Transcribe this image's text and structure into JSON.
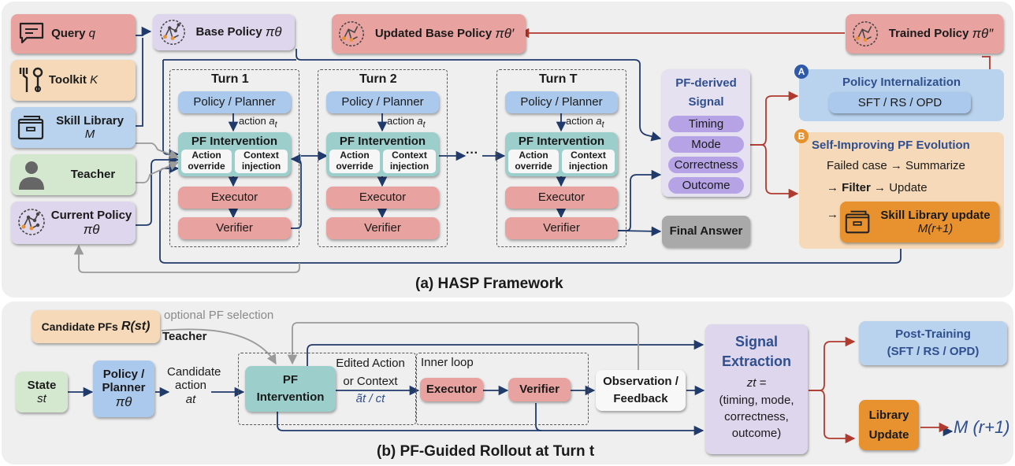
{
  "top": {
    "query_label": "Query",
    "query_var": "q",
    "toolkit_label": "Toolkit",
    "toolkit_var": "K",
    "skill_label": "Skill Library",
    "skill_var": "M",
    "teacher_label": "Teacher",
    "current_policy_label": "Current Policy",
    "current_policy_var": "πθ",
    "base_policy_label": "Base Policy",
    "base_policy_var": "πθ",
    "updated_policy_label": "Updated Base Policy",
    "updated_policy_var": "πθ′",
    "trained_policy_label": "Trained Policy",
    "trained_policy_var": "πθ″",
    "turns": [
      {
        "title": "Turn 1"
      },
      {
        "title": "Turn 2"
      },
      {
        "title": "Turn T"
      }
    ],
    "policy_planner": "Policy / Planner",
    "action_label": "action",
    "action_var": "at",
    "pf_intervention": "PF Intervention",
    "action_override": "Action override",
    "context_injection": "Context injection",
    "executor": "Executor",
    "verifier": "Verifier",
    "ellipsis": "···",
    "signal_title": "PF-derived Signal",
    "signals": [
      "Timing",
      "Mode",
      "Correctness",
      "Outcome"
    ],
    "final_answer": "Final Answer",
    "badge_a": "A",
    "badge_b": "B",
    "internalization_title": "Policy Internalization",
    "internalization_methods": "SFT / RS / OPD",
    "evolution_title": "Self-Improving PF Evolution",
    "evolution_line1": "Failed case → Summarize",
    "evolution_arrow": "→",
    "evolution_filter": "Filter",
    "evolution_update": "→ Update",
    "skill_update_label": "Skill Library update",
    "skill_update_var": "M(r+1)",
    "caption": "(a) HASP Framework"
  },
  "bottom": {
    "candidate_pfs": "Candidate PFs",
    "candidate_pfs_var": "R(st)",
    "optional_selection": "optional PF selection",
    "teacher": "Teacher",
    "state_label": "State",
    "state_var": "st",
    "policy_label": "Policy / Planner",
    "policy_var": "πθ",
    "candidate_action_l1": "Candidate",
    "candidate_action_l2": "action",
    "candidate_action_var": "at",
    "pf_intervention": "PF Intervention",
    "edited_l1": "Edited Action",
    "edited_l2": "or Context",
    "edited_var": "ãt / ct",
    "inner_loop": "Inner loop",
    "executor": "Executor",
    "verifier": "Verifier",
    "observation": "Observation / Feedback",
    "signal_title": "Signal Extraction",
    "signal_var": "zt =",
    "signal_tuple": [
      "(timing, mode,",
      "correctness,",
      "outcome)"
    ],
    "post_training_title": "Post-Training",
    "post_training_methods": "(SFT / RS / OPD)",
    "library_update": "Library Update",
    "m_next": "M (r+1)",
    "caption": "(b) PF-Guided Rollout at Turn t"
  },
  "colors": {
    "arrow_navy": "#1f3a6b",
    "arrow_red": "#b03a2e",
    "arrow_gray": "#9a9a9a",
    "badge_blue": "#2f5aa8",
    "badge_orange": "#e8922f"
  }
}
